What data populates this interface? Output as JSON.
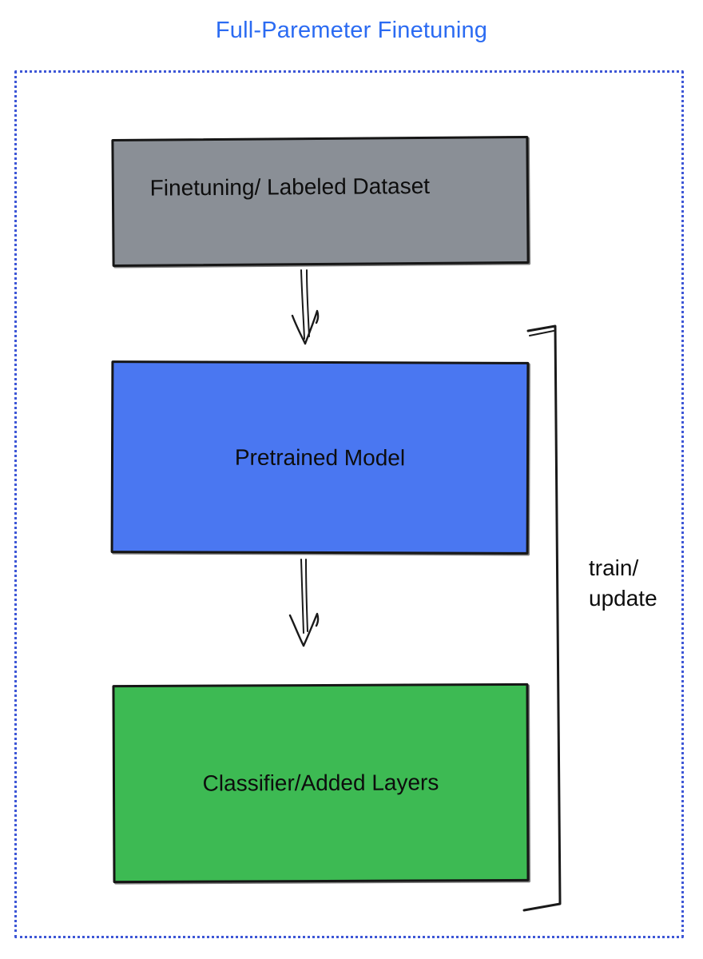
{
  "title": "Full-Paremeter Finetuning",
  "colors": {
    "title": "#2b6bf2",
    "frame": "#3d56d6",
    "dataset_fill": "#8a8f96",
    "pretrained_fill": "#4a77f1",
    "classifier_fill": "#3dba53"
  },
  "nodes": [
    {
      "id": "dataset",
      "label": "Finetuning/ Labeled Dataset"
    },
    {
      "id": "pretrained",
      "label": "Pretrained Model"
    },
    {
      "id": "classifier",
      "label": "Classifier/Added Layers"
    }
  ],
  "bracket": {
    "line1": "train/",
    "line2": "update"
  }
}
